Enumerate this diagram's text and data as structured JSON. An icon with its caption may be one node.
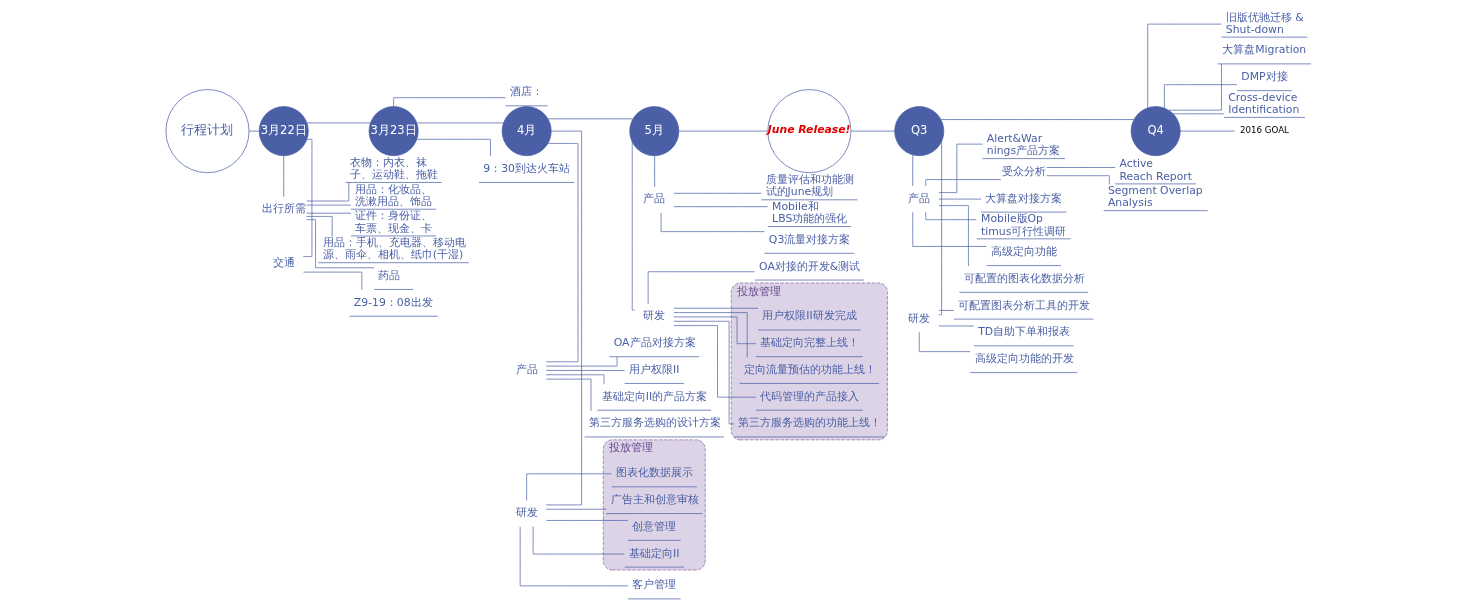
{
  "diagram": {
    "nodes": [
      {
        "text": [
          "行程计划"
        ]
      },
      {
        "text": [
          "3月22日"
        ]
      },
      {
        "text": [
          "交通"
        ]
      },
      {
        "text": [
          "Z9-19：08出发"
        ]
      },
      {
        "text": [
          "出行所需"
        ]
      },
      {
        "text": [
          "证件：身份证、车票、现金、卡"
        ]
      },
      {
        "text": [
          "用品：手机、充电器、移动电源、雨伞、相机、纸巾(干湿)"
        ]
      },
      {
        "text": [
          "药品"
        ]
      },
      {
        "text": [
          "衣物：内衣、袜子、运动鞋、拖鞋"
        ]
      },
      {
        "text": [
          "用品：化妆品、洗漱用品、饰品"
        ]
      },
      {
        "text": [
          "3月23日"
        ]
      },
      {
        "text": [
          "9：30到达火车站"
        ]
      },
      {
        "text": [
          "酒店："
        ]
      },
      {
        "text": [
          "4月"
        ]
      },
      {
        "text": [
          "研发"
        ]
      },
      {
        "text": [
          "客户管理"
        ]
      },
      {
        "text": [
          "投放管理"
        ]
      },
      {
        "text": [
          "图表化数据展示"
        ],
        "in": 16
      },
      {
        "text": [
          "广告主和创意审核"
        ],
        "in": 16
      },
      {
        "text": [
          "创意管理"
        ],
        "in": 16
      },
      {
        "text": [
          "基础定向II"
        ],
        "in": 16
      },
      {
        "text": [
          "产品"
        ]
      },
      {
        "text": [
          "用户权限II"
        ]
      },
      {
        "text": [
          "基础定向II的产品方案"
        ]
      },
      {
        "text": [
          "第三方服务选购的设计方案"
        ]
      },
      {
        "text": [
          "OA产品对接方案"
        ]
      },
      {
        "text": [
          "5月"
        ]
      },
      {
        "text": [
          "研发"
        ]
      },
      {
        "text": [
          "投放管理"
        ]
      },
      {
        "text": [
          "用户权限II研发完成"
        ],
        "in": 28
      },
      {
        "text": [
          "基础定向完整上线！"
        ],
        "in": 28
      },
      {
        "text": [
          "定向流量预估的功能上线！"
        ],
        "in": 28
      },
      {
        "text": [
          "代码管理的产品接入"
        ],
        "in": 28
      },
      {
        "text": [
          "第三方服务选购的功能上线！"
        ],
        "in": 28
      },
      {
        "text": [
          "OA对接的开发&测试"
        ]
      },
      {
        "text": [
          "产品"
        ]
      },
      {
        "text": [
          "质量评估和功能测试的June规划"
        ]
      },
      {
        "text": [
          "Mobile和LBS功能的强化"
        ]
      },
      {
        "text": [
          "Q3流量对接方案"
        ]
      },
      {
        "text": [
          "June Release!"
        ]
      },
      {
        "text": [
          "Q3"
        ]
      },
      {
        "text": [
          "研发"
        ]
      },
      {
        "text": [
          "TD自助下单和报表"
        ]
      },
      {
        "text": [
          "高级定向功能的开发"
        ]
      },
      {
        "text": [
          "可配置图表分析工具的开发"
        ]
      },
      {
        "text": [
          "产品"
        ]
      },
      {
        "text": [
          "高级定向功能"
        ]
      },
      {
        "text": [
          "可配置的图表化数据分析"
        ]
      },
      {
        "text": [
          "Alert&Warnings产品方案"
        ]
      },
      {
        "text": [
          "受众分析"
        ]
      },
      {
        "text": [
          "Segment Overlap Analysis"
        ]
      },
      {
        "text": [
          "Active Reach Report"
        ]
      },
      {
        "text": [
          "大算盘对接方案"
        ]
      },
      {
        "text": [
          "Mobile版Optimus可行性调研"
        ]
      },
      {
        "text": [
          "Q4"
        ]
      },
      {
        "text": [
          "旧版优驰迁移 & Shut-down"
        ]
      },
      {
        "text": [
          "大算盘Migration"
        ]
      },
      {
        "text": [
          "DMP对接"
        ]
      },
      {
        "text": [
          "Cross-device Identification"
        ]
      },
      {
        "text": [
          "2016 GOAL"
        ]
      }
    ],
    "edges": [
      {
        "from": 0,
        "to": 1,
        "arrow": "none"
      },
      {
        "from": 1,
        "to": 10,
        "arrow": "none"
      },
      {
        "from": 10,
        "to": 13,
        "arrow": "none"
      },
      {
        "from": 13,
        "to": 26,
        "arrow": "none"
      },
      {
        "from": 26,
        "to": 39,
        "arrow": "none"
      },
      {
        "from": 39,
        "to": 40,
        "arrow": "none"
      },
      {
        "from": 40,
        "to": 54,
        "arrow": "none"
      },
      {
        "from": 54,
        "to": 59,
        "arrow": "none"
      },
      {
        "from": 1,
        "to": 2,
        "arrow": "none"
      },
      {
        "from": 2,
        "to": 3,
        "arrow": "none"
      },
      {
        "from": 1,
        "to": 4,
        "arrow": "none"
      },
      {
        "from": 4,
        "to": 5,
        "arrow": "none"
      },
      {
        "from": 4,
        "to": 6,
        "arrow": "none"
      },
      {
        "from": 4,
        "to": 7,
        "arrow": "none"
      },
      {
        "from": 4,
        "to": 8,
        "arrow": "none"
      },
      {
        "from": 4,
        "to": 9,
        "arrow": "none"
      },
      {
        "from": 10,
        "to": 11,
        "arrow": "none"
      },
      {
        "from": 10,
        "to": 12,
        "arrow": "none"
      },
      {
        "from": 13,
        "to": 14,
        "arrow": "none"
      },
      {
        "from": 14,
        "to": 15,
        "arrow": "none"
      },
      {
        "from": 14,
        "to": 17,
        "arrow": "none"
      },
      {
        "from": 14,
        "to": 18,
        "arrow": "none"
      },
      {
        "from": 14,
        "to": 19,
        "arrow": "none"
      },
      {
        "from": 14,
        "to": 20,
        "arrow": "none"
      },
      {
        "from": 13,
        "to": 21,
        "arrow": "none"
      },
      {
        "from": 21,
        "to": 22,
        "arrow": "none"
      },
      {
        "from": 21,
        "to": 23,
        "arrow": "none"
      },
      {
        "from": 21,
        "to": 24,
        "arrow": "none"
      },
      {
        "from": 21,
        "to": 25,
        "arrow": "none"
      },
      {
        "from": 26,
        "to": 27,
        "arrow": "none"
      },
      {
        "from": 27,
        "to": 29,
        "arrow": "none"
      },
      {
        "from": 27,
        "to": 30,
        "arrow": "none"
      },
      {
        "from": 27,
        "to": 31,
        "arrow": "none"
      },
      {
        "from": 27,
        "to": 32,
        "arrow": "none"
      },
      {
        "from": 27,
        "to": 33,
        "arrow": "none"
      },
      {
        "from": 27,
        "to": 34,
        "arrow": "none"
      },
      {
        "from": 26,
        "to": 35,
        "arrow": "none"
      },
      {
        "from": 35,
        "to": 36,
        "arrow": "none"
      },
      {
        "from": 35,
        "to": 37,
        "arrow": "none"
      },
      {
        "from": 35,
        "to": 38,
        "arrow": "none"
      },
      {
        "from": 40,
        "to": 41,
        "arrow": "none"
      },
      {
        "from": 41,
        "to": 42,
        "arrow": "none"
      },
      {
        "from": 41,
        "to": 43,
        "arrow": "none"
      },
      {
        "from": 41,
        "to": 44,
        "arrow": "none"
      },
      {
        "from": 40,
        "to": 45,
        "arrow": "none"
      },
      {
        "from": 45,
        "to": 46,
        "arrow": "none"
      },
      {
        "from": 45,
        "to": 47,
        "arrow": "none"
      },
      {
        "from": 45,
        "to": 48,
        "arrow": "none"
      },
      {
        "from": 45,
        "to": 49,
        "arrow": "none"
      },
      {
        "from": 49,
        "to": 50,
        "arrow": "none"
      },
      {
        "from": 49,
        "to": 51,
        "arrow": "none"
      },
      {
        "from": 45,
        "to": 52,
        "arrow": "none"
      },
      {
        "from": 45,
        "to": 53,
        "arrow": "none"
      },
      {
        "from": 54,
        "to": 55,
        "arrow": "none"
      },
      {
        "from": 54,
        "to": 56,
        "arrow": "none"
      },
      {
        "from": 54,
        "to": 57,
        "arrow": "none"
      },
      {
        "from": 54,
        "to": 58,
        "arrow": "none"
      }
    ]
  }
}
